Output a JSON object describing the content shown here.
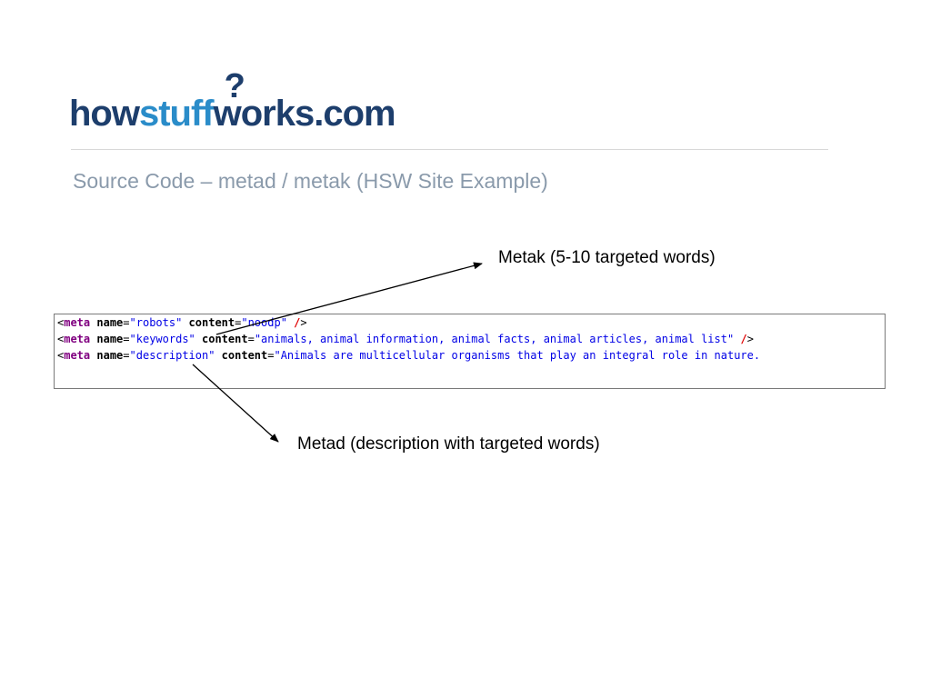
{
  "logo": {
    "part_how": "how",
    "part_stuff": "stuff",
    "part_wo": "wo",
    "part_rks": "rks.com",
    "question_mark": "?"
  },
  "slide": {
    "title": "Source Code – metad / metak (HSW Site Example)"
  },
  "callouts": {
    "metak": "Metak (5-10 targeted words)",
    "metad": "Metad (description with targeted words)"
  },
  "code": {
    "lines": [
      {
        "open": "<",
        "tag": "meta",
        "attr1": "name",
        "val1": "\"robots\"",
        "attr2": "content",
        "val2": "\"noodp\"",
        "slash": "/",
        "close": ">"
      },
      {
        "open": "<",
        "tag": "meta",
        "attr1": "name",
        "val1": "\"keywords\"",
        "attr2": "content",
        "val2": "\"animals, animal information, animal facts, animal articles, animal list\"",
        "slash": "/",
        "close": ">"
      },
      {
        "open": "<",
        "tag": "meta",
        "attr1": "name",
        "val1": "\"description\"",
        "attr2": "content",
        "val2": "\"Animals are multicellular organisms that play an integral role in nature."
      }
    ]
  },
  "colors": {
    "logo_dark": "#1d3e6c",
    "logo_blue": "#2a8cc9",
    "title_gray": "#8a9aab",
    "code_tag": "#800080",
    "code_string": "#0000e6",
    "code_slash": "#e00000"
  }
}
